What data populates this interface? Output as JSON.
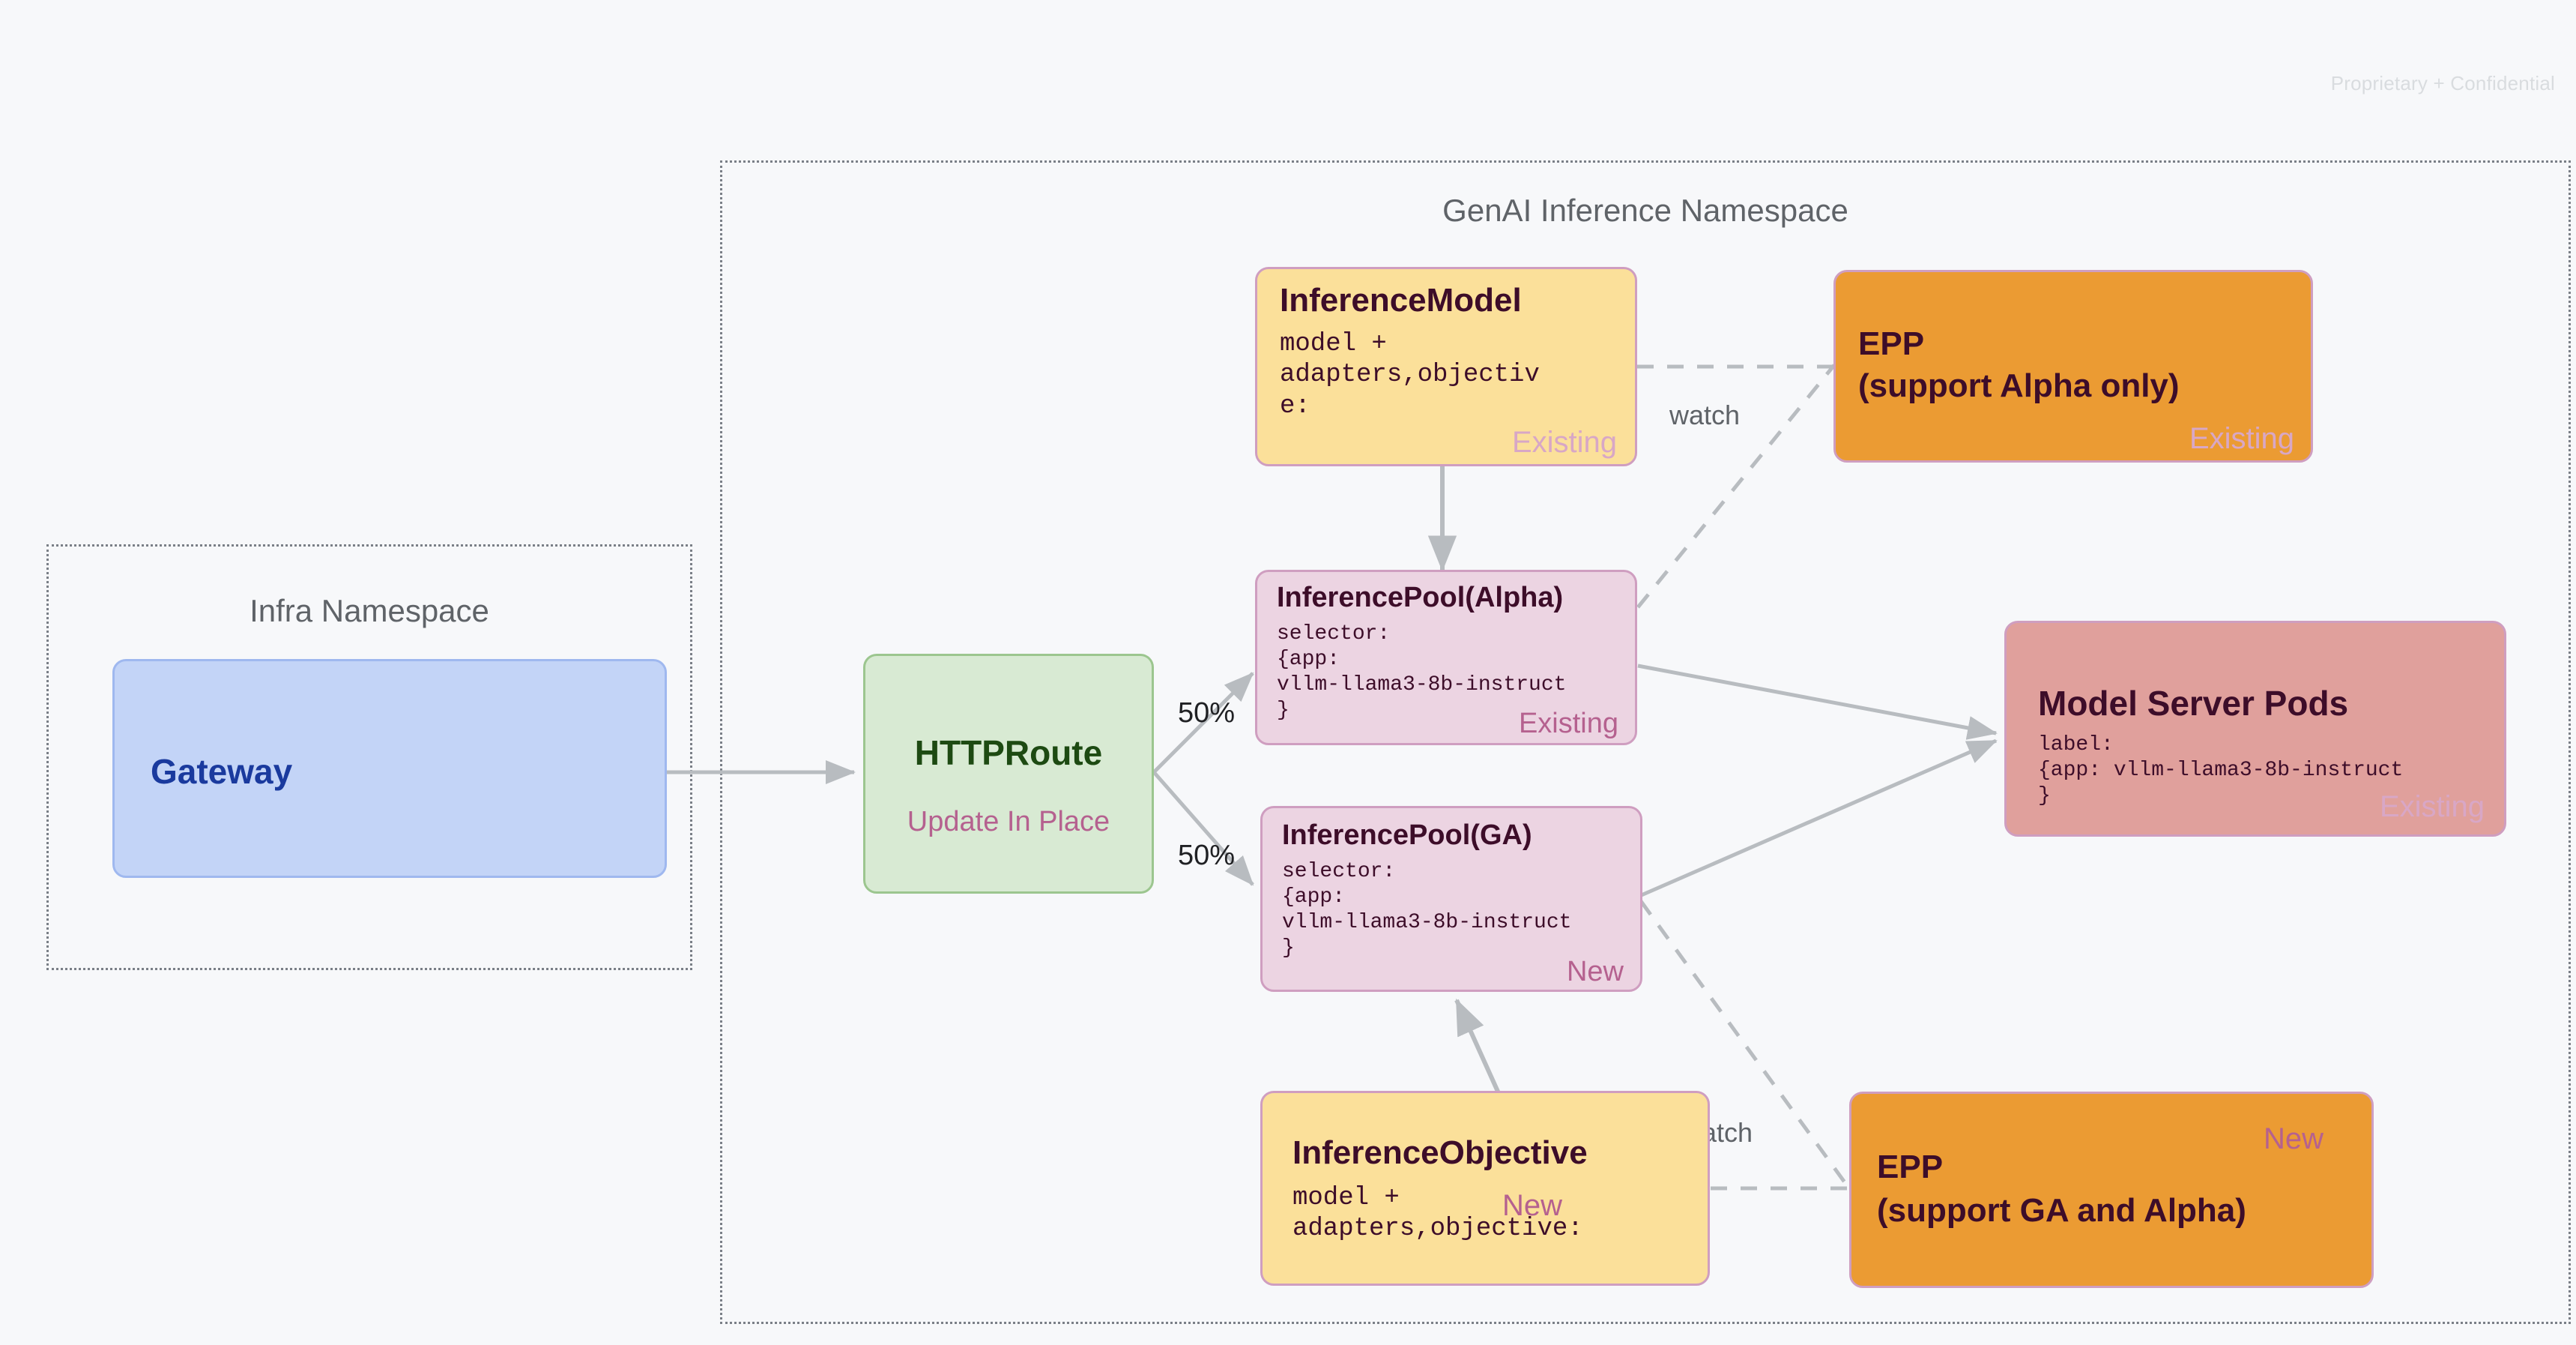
{
  "page": {
    "confidential_notice": "Proprietary + Confidential"
  },
  "namespaces": [
    {
      "id": "infra",
      "title": "Infra Namespace"
    },
    {
      "id": "genai",
      "title": "GenAI Inference Namespace"
    }
  ],
  "nodes": {
    "gateway": {
      "title": "Gateway",
      "color": "#c3d4f7"
    },
    "httproute": {
      "title": "HTTPRoute",
      "tag": "Update In Place",
      "color": "#d8ead3"
    },
    "inference_model": {
      "title": "InferenceModel",
      "body": "model +\nadapters,objectiv\ne:",
      "tag": "Existing",
      "color": "#fbe09a"
    },
    "inference_pool_alpha": {
      "title": "InferencePool(Alpha)",
      "body": "selector:\n{app:\nvllm-llama3-8b-instruct\n}",
      "tag": "Existing",
      "color": "#ecd4e2"
    },
    "inference_pool_ga": {
      "title": "InferencePool(GA)",
      "body": "selector:\n{app:\nvllm-llama3-8b-instruct\n}",
      "tag": "New",
      "color": "#ecd4e2"
    },
    "inference_objective": {
      "title": "InferenceObjective",
      "body": "model +\nadapters,objective:",
      "tag": "New",
      "color": "#fbe09a"
    },
    "epp_alpha": {
      "title": "EPP\n(support Alpha only)",
      "title_line1": "EPP",
      "title_line2": "(support Alpha only)",
      "tag": "Existing",
      "color": "#eb9b33"
    },
    "epp_ga": {
      "title_line1": "EPP",
      "title_line2": "(support GA and Alpha)",
      "tag": "New",
      "color": "#eb9b33"
    },
    "model_server_pods": {
      "title": "Model Server Pods",
      "body": "label:\n{app: vllm-llama3-8b-instruct\n}",
      "tag": "Existing",
      "color": "#e0a09c"
    }
  },
  "edges": [
    {
      "id": "gateway-to-httproute",
      "label": ""
    },
    {
      "id": "httproute-to-pool-alpha",
      "label": "50%"
    },
    {
      "id": "httproute-to-pool-ga",
      "label": "50%"
    },
    {
      "id": "model-to-pool-alpha",
      "label": ""
    },
    {
      "id": "objective-to-pool-ga",
      "label": ""
    },
    {
      "id": "pool-alpha-to-pods",
      "label": ""
    },
    {
      "id": "pool-ga-to-pods",
      "label": ""
    },
    {
      "id": "model-to-epp-alpha",
      "label": "watch"
    },
    {
      "id": "pool-alpha-to-epp-alpha",
      "label": ""
    },
    {
      "id": "objective-to-epp-ga",
      "label": "watch"
    },
    {
      "id": "pool-ga-to-epp-ga",
      "label": ""
    }
  ],
  "colors": {
    "background": "#f7f8fa",
    "node_border": "#cf9ec0",
    "connector": "#b8bcc0",
    "tag_text": "#b5618f",
    "namespace_border": "#7a7f87",
    "namespace_title": "#5f6368"
  }
}
